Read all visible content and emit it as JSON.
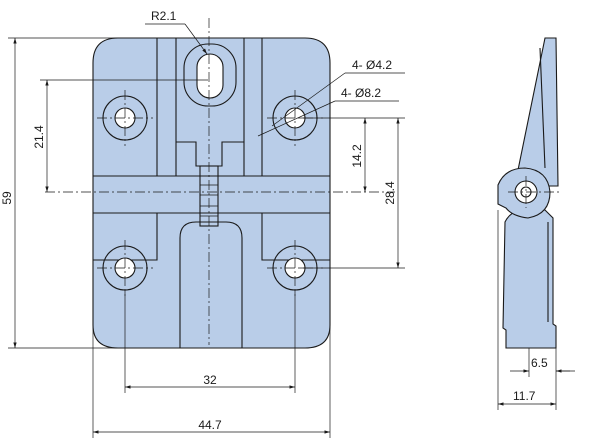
{
  "dimensions": {
    "overall_height": "59",
    "hole_spacing_vertical": "21.4",
    "hole_to_pivot": "14.2",
    "pivot_to_lower_holes": "28.4",
    "hole_spacing_horizontal": "32",
    "overall_width": "44.7",
    "slot_radius": "R2.1",
    "small_hole_callout": "4- Ø4.2",
    "large_hole_callout": "4- Ø8.2",
    "side_thickness": "6.5",
    "side_depth": "11.7"
  }
}
